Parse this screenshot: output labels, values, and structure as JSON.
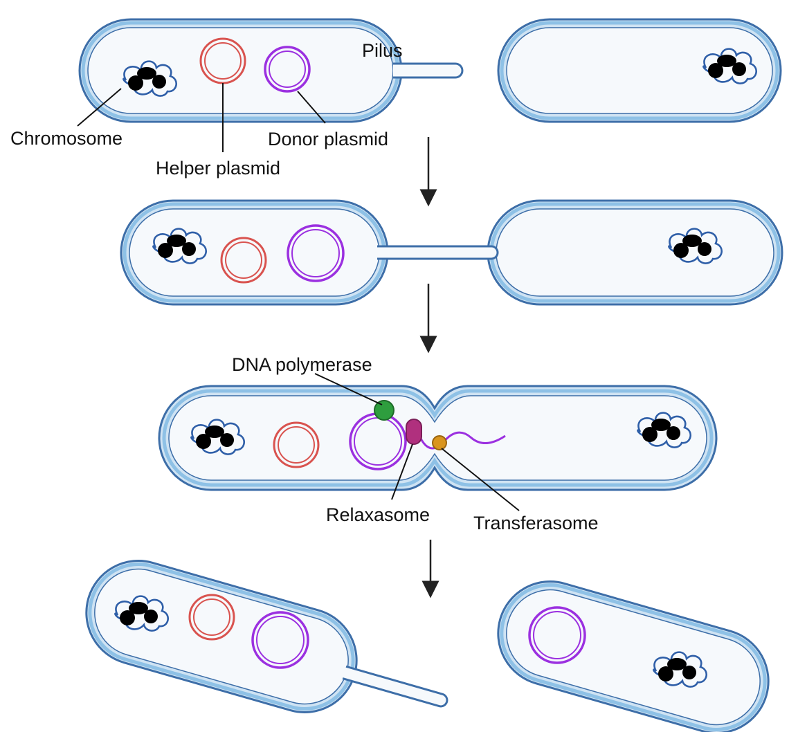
{
  "title": "Bacterial conjugation with helper and donor plasmids",
  "colors": {
    "membrane": "#3d6ea8",
    "membrane_light": "#8ec1e6",
    "cytoplasm": "#f6f9fc",
    "helper_plasmid": "#d9534f",
    "donor_plasmid": "#9b30e0",
    "chromosome": "#2f5fa8",
    "dna_polymerase": "#2e9e3e",
    "relaxasome": "#b0307e",
    "transferasome": "#d9951e"
  },
  "labels": {
    "pilus": "Pilus",
    "chromosome": "Chromosome",
    "helper_plasmid": "Helper plasmid",
    "donor_plasmid": "Donor plasmid",
    "dna_polymerase": "DNA polymerase",
    "relaxasome": "Relaxasome",
    "transferasome": "Transferasome"
  },
  "steps": [
    {
      "name": "pilus-extension"
    },
    {
      "name": "pilus-contact"
    },
    {
      "name": "dna-transfer"
    },
    {
      "name": "separation"
    }
  ]
}
